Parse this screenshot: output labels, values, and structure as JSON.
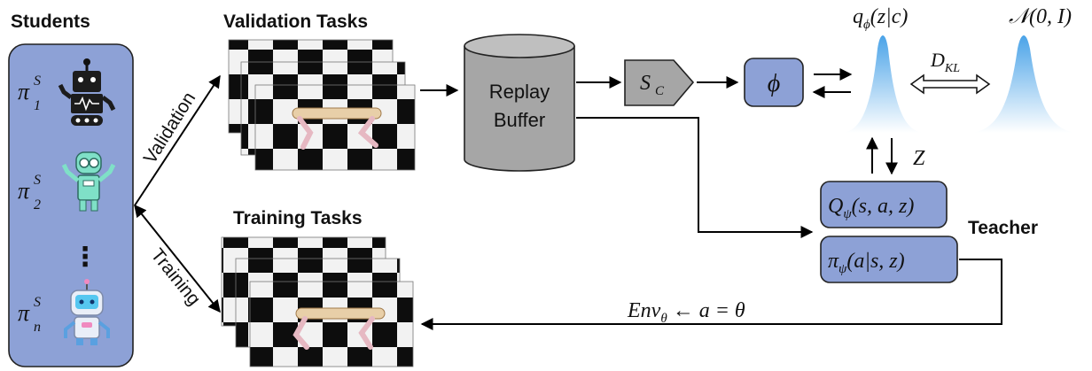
{
  "students": {
    "title": "Students",
    "labels": [
      {
        "base": "π",
        "sup": "S",
        "sub": "1"
      },
      {
        "base": "π",
        "sup": "S",
        "sub": "2"
      },
      {
        "base": "π",
        "sup": "S",
        "sub": "n"
      }
    ],
    "ellipsis": "⋮"
  },
  "edges": {
    "validation": "Validation",
    "training": "Training"
  },
  "tasks": {
    "validation_title": "Validation Tasks",
    "training_title": "Training Tasks"
  },
  "buffer": {
    "line1": "Replay",
    "line2": "Buffer"
  },
  "sc": {
    "base": "S",
    "sub": "C"
  },
  "phi": "ϕ",
  "posterior": {
    "text": "q",
    "sub": "ϕ",
    "arg": "(z|c)"
  },
  "prior": "𝒩(0, I)",
  "kl": {
    "base": "D",
    "sub": "KL"
  },
  "z_label": "Z",
  "q_box": {
    "base": "Q",
    "sub": "ψ",
    "arg": "(s, a, z)"
  },
  "pi_box": {
    "base": "π",
    "sub": "ψ",
    "arg": "(a|s, z)"
  },
  "teacher": "Teacher",
  "env_label": {
    "base": "Env",
    "sub": "θ",
    "rest": " ← a = θ"
  },
  "colors": {
    "panel": "#8da1d6",
    "box": "#8da1d6",
    "gauss": "#4aa3e8",
    "cylinder": "#a6a6a6"
  }
}
